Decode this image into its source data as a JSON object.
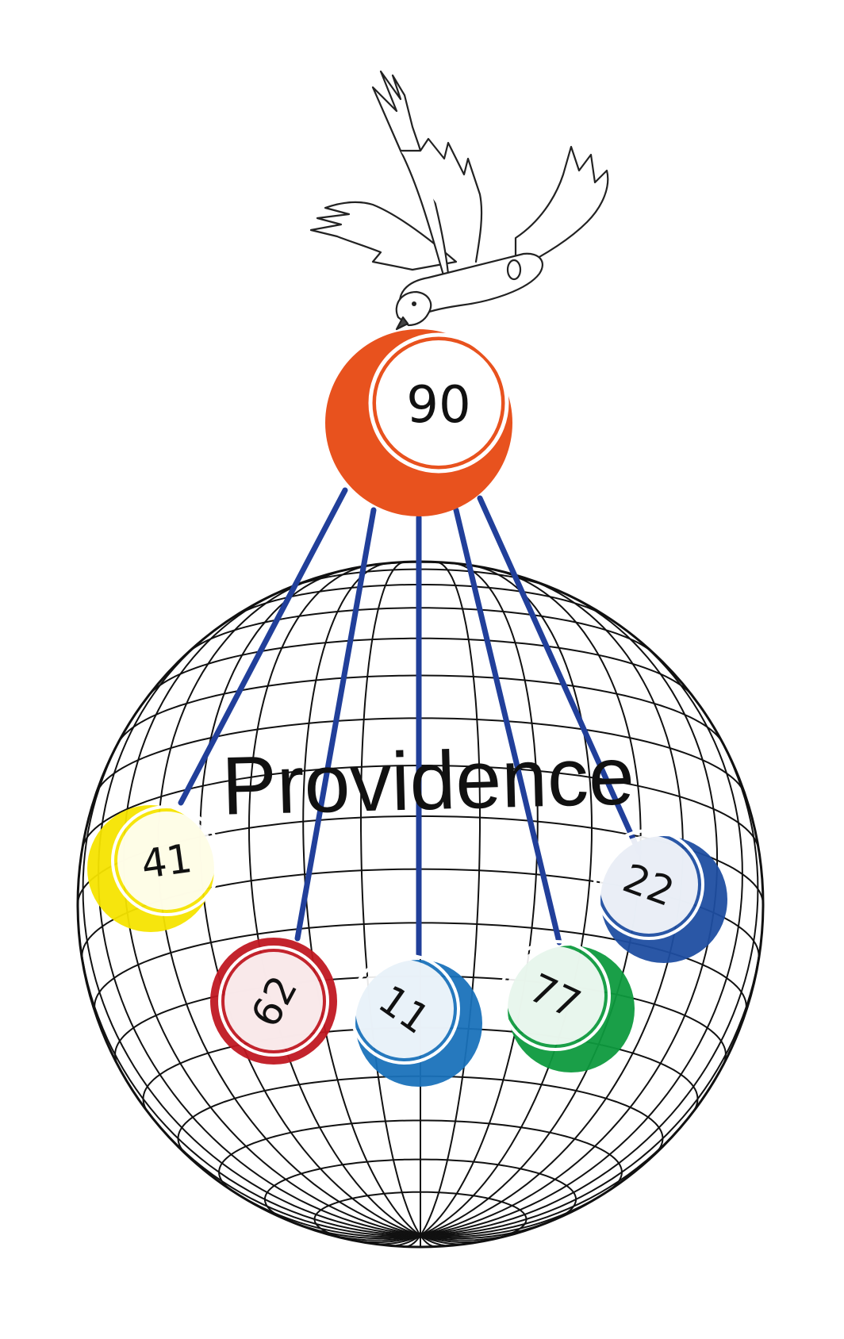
{
  "title": "Providence",
  "top_ball": {
    "number": "90",
    "color": "#e8521e"
  },
  "balls": [
    {
      "number": "41",
      "color": "#f5e400"
    },
    {
      "number": "62",
      "color": "#c01822"
    },
    {
      "number": "11",
      "color": "#1a72bb"
    },
    {
      "number": "77",
      "color": "#0e9a3e"
    },
    {
      "number": "22",
      "color": "#1f4ea1"
    }
  ],
  "string_color": "#213f9a",
  "icons": {
    "bird": "dove-icon",
    "globe": "wireframe-globe-icon"
  }
}
